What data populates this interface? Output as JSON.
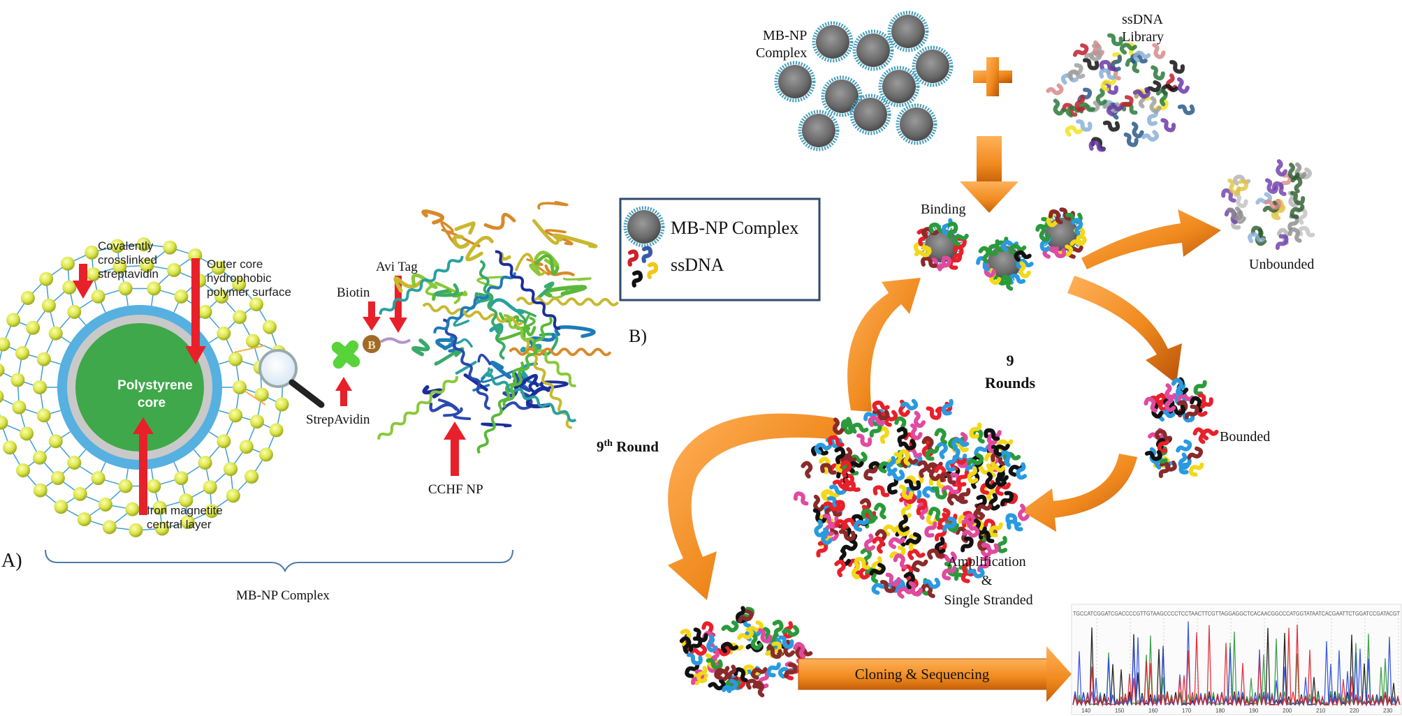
{
  "panel_a": {
    "panel_label": "A)",
    "core_label_line1": "Polystyrene",
    "core_label_line2": "core",
    "streptavidin_label": [
      "Covalently",
      "crosslinked",
      "streptavidin"
    ],
    "outer_core_label": [
      "Outer core",
      "hydrophobic",
      "polymer surface"
    ],
    "iron_label": [
      "Iron magnetite",
      "central layer"
    ],
    "biotin_label": "Biotin",
    "biotin_badge": "B",
    "avi_tag_label": "Avi Tag",
    "strepavidin_label": "StrepAvidin",
    "cchf_label": "CCHF NP",
    "brace_label": "MB-NP Complex"
  },
  "panel_b": {
    "panel_label": "B)",
    "mbnp_label": [
      "MB-NP",
      "Complex"
    ],
    "library_label": [
      "ssDNA",
      "Library"
    ],
    "legend": [
      {
        "name": "MB-NP Complex",
        "icon": "bead-icon"
      },
      {
        "name": "ssDNA",
        "icon": "ssdna-icon"
      }
    ],
    "binding_label": "Binding",
    "unbounded_label": "Unbounded",
    "bounded_label": "Bounded",
    "rounds_number": "9",
    "rounds_label": "Rounds",
    "ninth_round": {
      "num": "9",
      "sup": "th",
      "rest": " Round"
    },
    "amplification_label": [
      "Amplification",
      "&",
      "Single Stranded"
    ],
    "cloning_label": "Cloning & Sequencing",
    "sequence_text": "TGCCATCGGATCGACCCCGTTGTAAGCCCCTCCTAACTTCGTTAGGAGGCTCACAACGGCCCATGGTATAATCACGAATTCTGGATCCGATACGT",
    "axis_ticks": [
      "140",
      "150",
      "160",
      "170",
      "180",
      "190",
      "200",
      "210",
      "220",
      "230"
    ]
  },
  "colors": {
    "orange": "#f08a1e",
    "dark_orange": "#c5600a",
    "red_arrow": "#e8202a",
    "core_green": "#3fa84a",
    "blue_ring": "#56b0e0",
    "bead_yellow": "#dfe84a",
    "bead_grey": "#7d7d7d",
    "bead_teal": "#3f9fc0"
  }
}
